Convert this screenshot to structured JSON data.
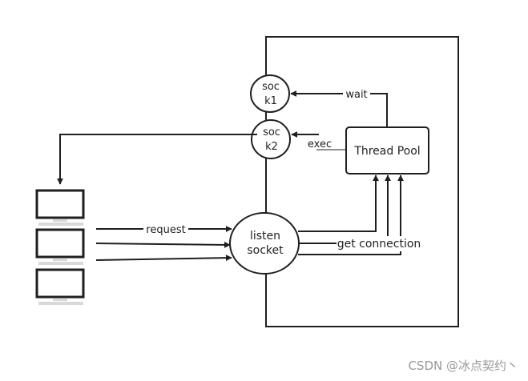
{
  "diagram": {
    "nodes": {
      "sock1": "soc\nk1",
      "sock2": "soc\nk2",
      "thread_pool": "Thread Pool",
      "listen_socket": "listen\nsocket"
    },
    "edges": {
      "wait": "wait",
      "exec": "exec",
      "request": "request",
      "get_connection": "get connection"
    },
    "clients": [
      {
        "name": "client-computer-1"
      },
      {
        "name": "client-computer-2"
      },
      {
        "name": "client-computer-3"
      }
    ],
    "colors": {
      "stroke": "#1f1f1f",
      "text": "#222222",
      "screen": "#ffffff",
      "monitor_base": "#d9d9d9",
      "watermark": "#9a9a9a"
    }
  },
  "watermark": "CSDN @冰点契约丶"
}
